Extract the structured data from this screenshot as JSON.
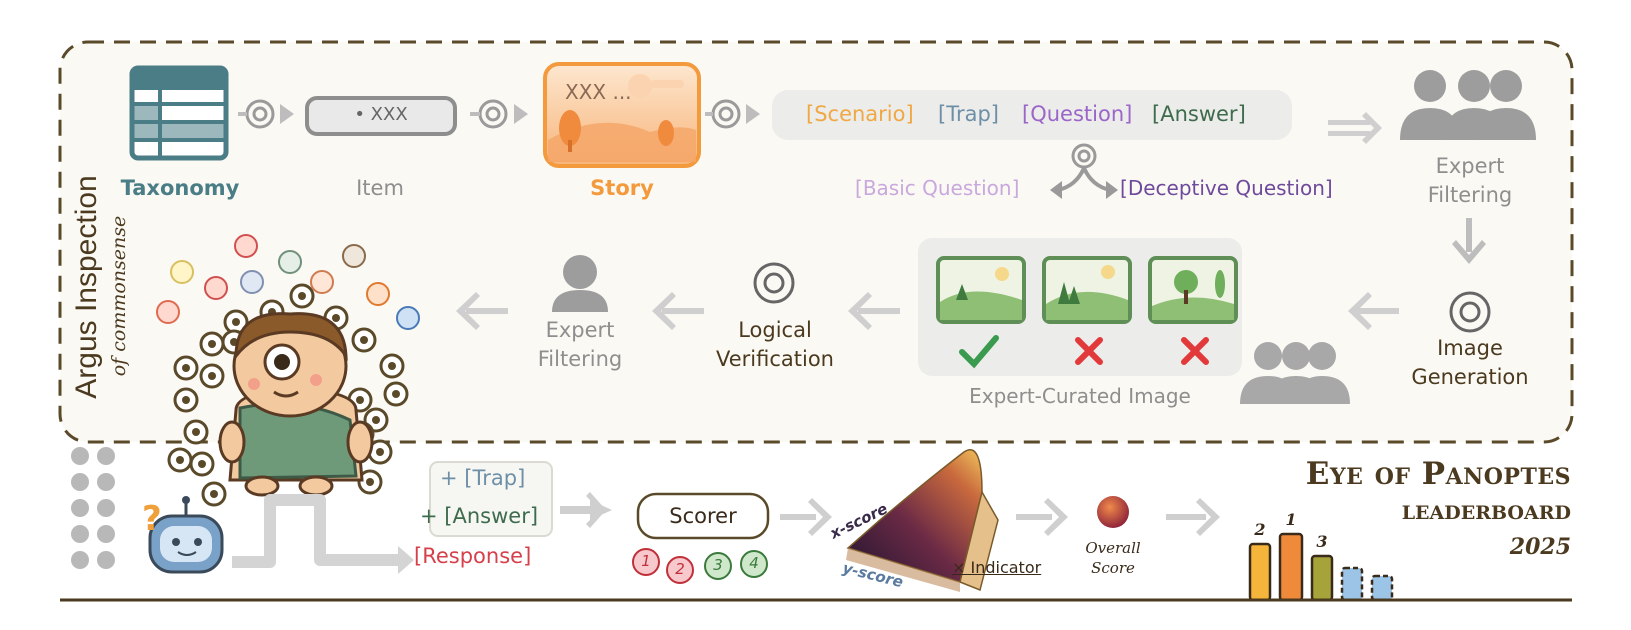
{
  "frame": {
    "title": "Argus Inspection",
    "subtitle": "of commonsense"
  },
  "pipeline": {
    "taxonomy": "Taxonomy",
    "item": "Item",
    "item_box": "• XXX",
    "story": "Story",
    "story_box": "XXX ...",
    "tags": {
      "scenario": "Scenario",
      "trap": "Trap",
      "question": "Question",
      "answer": "Answer"
    },
    "basic_question": "Basic Question",
    "deceptive_question": "Deceptive Question",
    "expert_filtering_top": [
      "Expert",
      "Filtering"
    ],
    "image_generation": [
      "Image",
      "Generation"
    ],
    "expert_curated_image": "Expert-Curated Image",
    "logical_verification": [
      "Logical",
      "Verification"
    ],
    "expert_filtering_bottom": [
      "Expert",
      "Filtering"
    ]
  },
  "evaluation": {
    "trap_line": "+ [Trap]",
    "answer_line": "+ [Answer]",
    "response_line": "[Response]",
    "trap_prefix": "+",
    "trap_tag": "Trap",
    "answer_prefix": "+",
    "answer_tag": "Answer",
    "response_tag": "Response",
    "scorer": "Scorer",
    "scores": [
      "1",
      "2",
      "3",
      "4"
    ],
    "x_axis": "x-score",
    "y_axis": "y-score",
    "indicator": "× Indicator",
    "overall_score": [
      "Overall",
      "Score"
    ]
  },
  "leaderboard": {
    "title": "Eye of Panoptes",
    "subtitle": "LEADERBOARD",
    "year": "2025",
    "rank_labels": [
      "2",
      "1",
      "3"
    ]
  },
  "colors": {
    "frame_border": "#5a4a2a",
    "frame_fill": "#fbf9f4",
    "taxonomy": "#4a7d86",
    "story": "#f29a3c",
    "scenario": "#f0a845",
    "trap": "#6e8fa8",
    "question": "#9a66c9",
    "answer": "#3e6b4c",
    "basic_question": "#c9a8dd",
    "deceptive_question": "#6f4a9c",
    "response": "#d6404a",
    "check": "#3a9a4e",
    "cross": "#e23a3a",
    "bar_orange": "#f5b43a",
    "bar_dark_orange": "#ef8a3a",
    "bar_olive": "#a5a33a",
    "bar_blue": "#9bc4e6"
  }
}
